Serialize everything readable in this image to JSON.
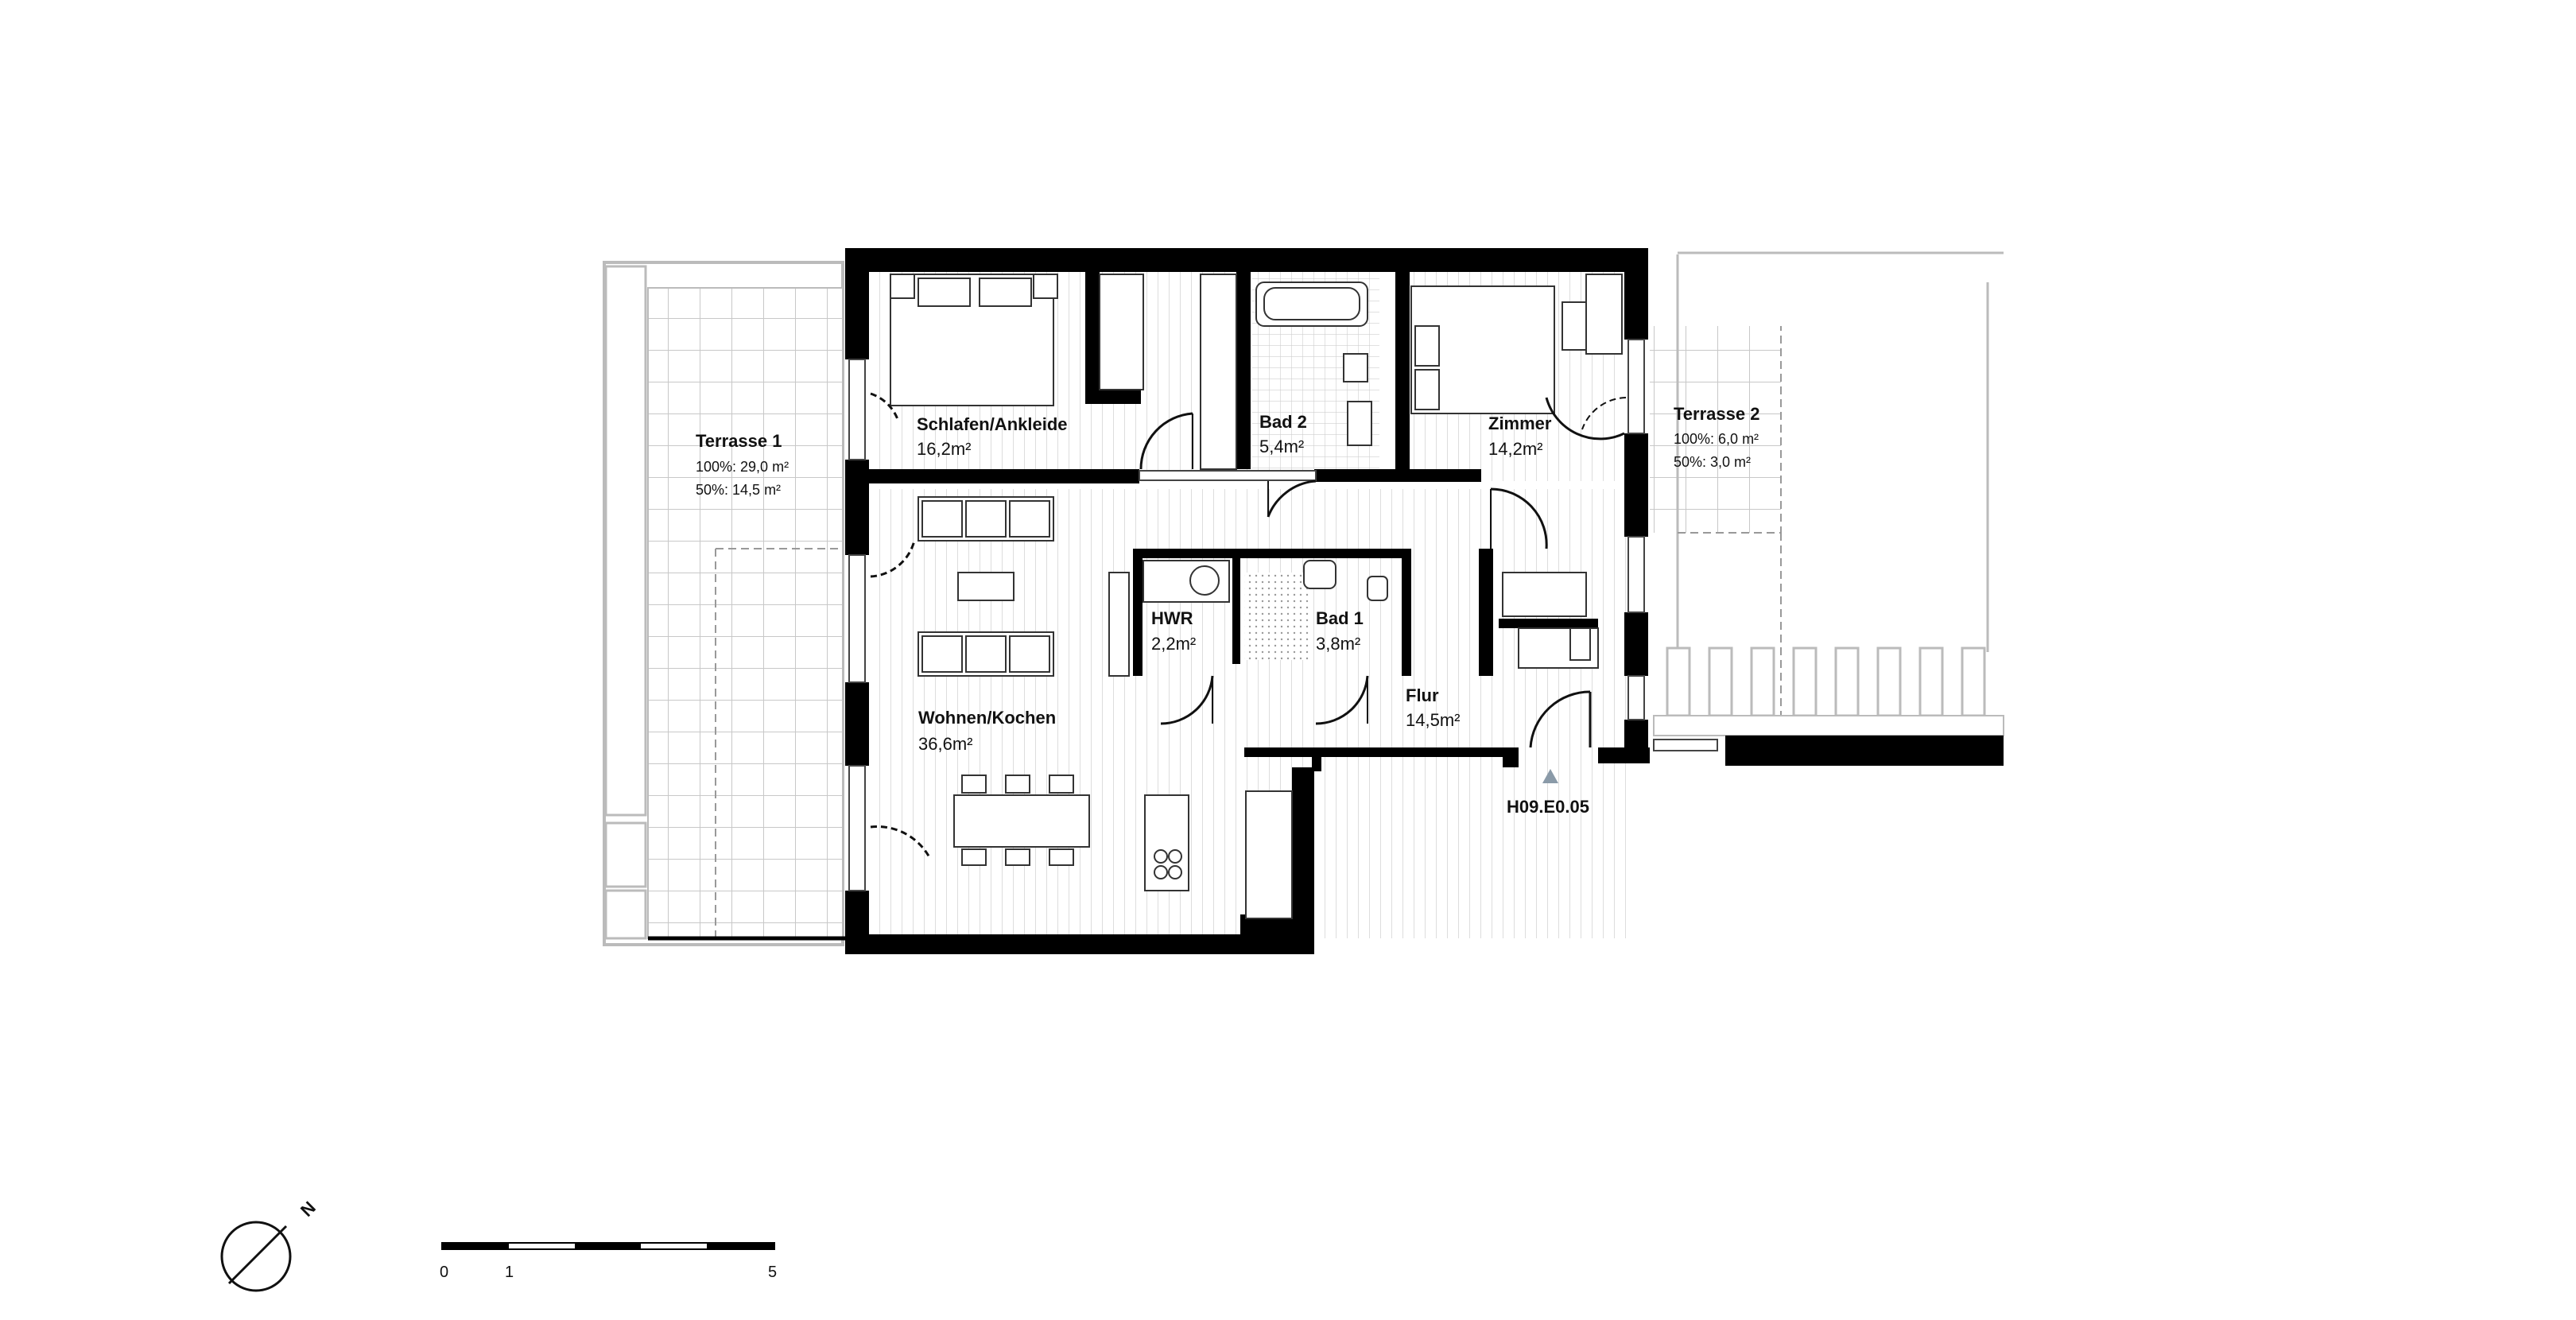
{
  "rooms": {
    "terrace1": {
      "name": "Terrasse 1",
      "pct100": "100%: 29,0 m²",
      "pct50": "50%:   14,5 m²"
    },
    "bedroom": {
      "name": "Schlafen/Ankleide",
      "area": "16,2m²"
    },
    "bath2": {
      "name": "Bad 2",
      "area": "5,4m²"
    },
    "room": {
      "name": "Zimmer",
      "area": "14,2m²"
    },
    "terrace2": {
      "name": "Terrasse 2",
      "pct100": "100%: 6,0 m²",
      "pct50": "50%: 3,0 m²"
    },
    "hwr": {
      "name": "HWR",
      "area": "2,2m²"
    },
    "bath1": {
      "name": "Bad 1",
      "area": "3,8m²"
    },
    "living": {
      "name": "Wohnen/Kochen",
      "area": "36,6m²"
    },
    "hall": {
      "name": "Flur",
      "area": "14,5m²"
    }
  },
  "unit_id": "H09.E0.05",
  "north": "N",
  "scale": {
    "t0": "0",
    "t1": "1",
    "t5": "5"
  },
  "colors": {
    "wall": "#000000",
    "line": "#222222",
    "hatch": "#bbbbbb",
    "dash": "#999999"
  }
}
